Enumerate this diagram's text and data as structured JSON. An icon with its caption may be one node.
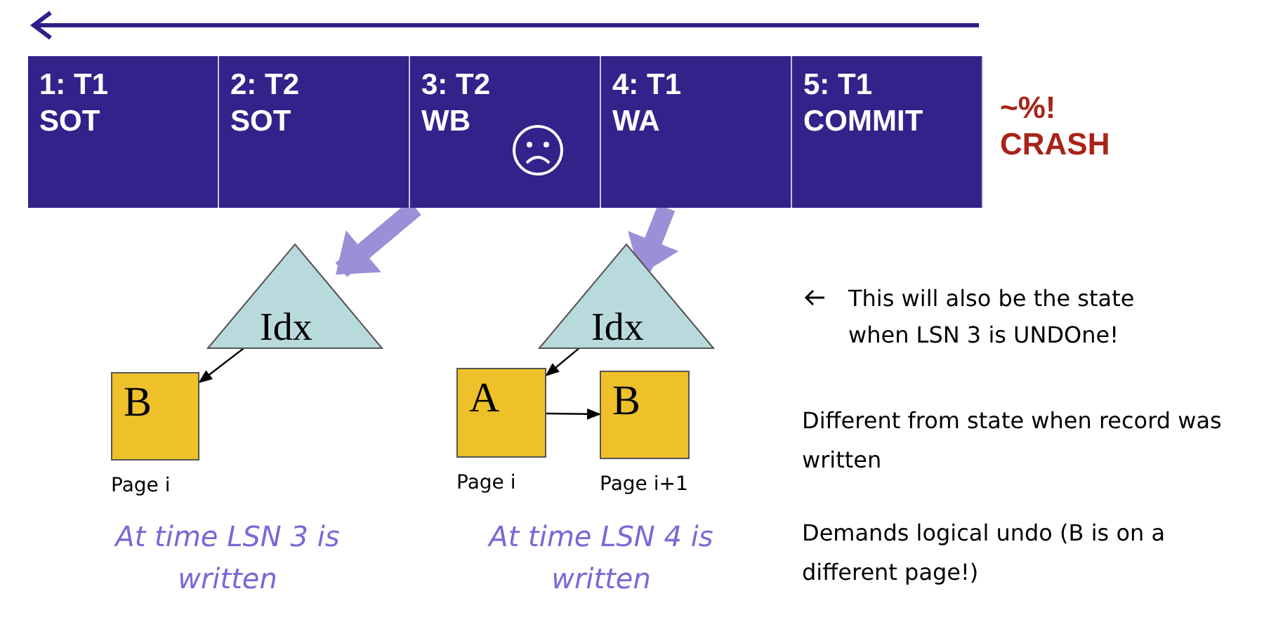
{
  "diagram": {
    "nodes": [
      {
        "text": [
          "1: T1",
          "SOT"
        ]
      },
      {
        "text": [
          "2: T2",
          "SOT"
        ]
      },
      {
        "text": [
          "3: T2",
          "WB"
        ]
      },
      {
        "text": [
          "4: T1",
          "WA"
        ]
      },
      {
        "text": [
          "5: T1",
          "COMMIT"
        ]
      },
      {
        "text": [
          "Idx"
        ]
      },
      {
        "text": [
          "B"
        ],
        "beside": [
          "Page i"
        ]
      },
      {
        "text": [
          "Idx"
        ]
      },
      {
        "text": [
          "A"
        ],
        "beside": [
          "Page i"
        ]
      },
      {
        "text": [
          "B"
        ],
        "beside": [
          "Page i+1"
        ]
      }
    ],
    "edges": [
      {
        "from": 2,
        "to": 5,
        "arrow": "to",
        "style": "thick",
        "color": "#9b8fd8"
      },
      {
        "from": 3,
        "to": 7,
        "arrow": "to",
        "style": "thick",
        "color": "#9b8fd8"
      },
      {
        "from": 5,
        "to": 6,
        "arrow": "to"
      },
      {
        "from": 7,
        "to": 8,
        "arrow": "to"
      },
      {
        "from": 8,
        "to": 9,
        "arrow": "to"
      }
    ],
    "labels": [
      "~%!",
      "CRASH",
      "At time LSN 3 is written",
      "At time LSN 4 is written",
      "This will also be the state when LSN 3 is UNDOne!",
      "Different from state when record was written",
      "Demands logical undo (B is on a different page!)"
    ]
  }
}
